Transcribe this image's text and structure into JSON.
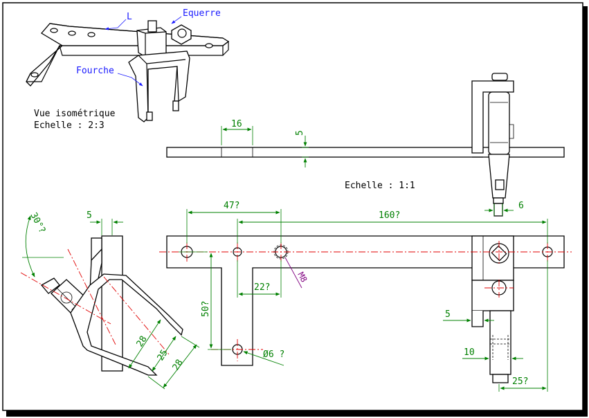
{
  "labels": {
    "l": "L",
    "equerre": "Equerre",
    "fourche": "Fourche",
    "vue_iso": "Vue isométrique",
    "echelle_iso": "Echelle :  2:3",
    "echelle_main": "Echelle :  1:1"
  },
  "dimensions": {
    "d16": "16",
    "d5_top": "5",
    "d47": "47?",
    "d160": "160?",
    "d6": "6",
    "d5_left": "5",
    "d30": "30°?",
    "dM8": "M8",
    "d22": "22?",
    "d50": "50?",
    "phi6": "Ø6  ?",
    "d5_right": "5",
    "d10": "10",
    "d25_right": "25?",
    "d28_a": "28",
    "d25_fork": "25",
    "d28_b": "28"
  },
  "colors": {
    "label": "#1a1aff",
    "dimension": "#008000",
    "thread": "#800080",
    "axis": "#e00000"
  }
}
